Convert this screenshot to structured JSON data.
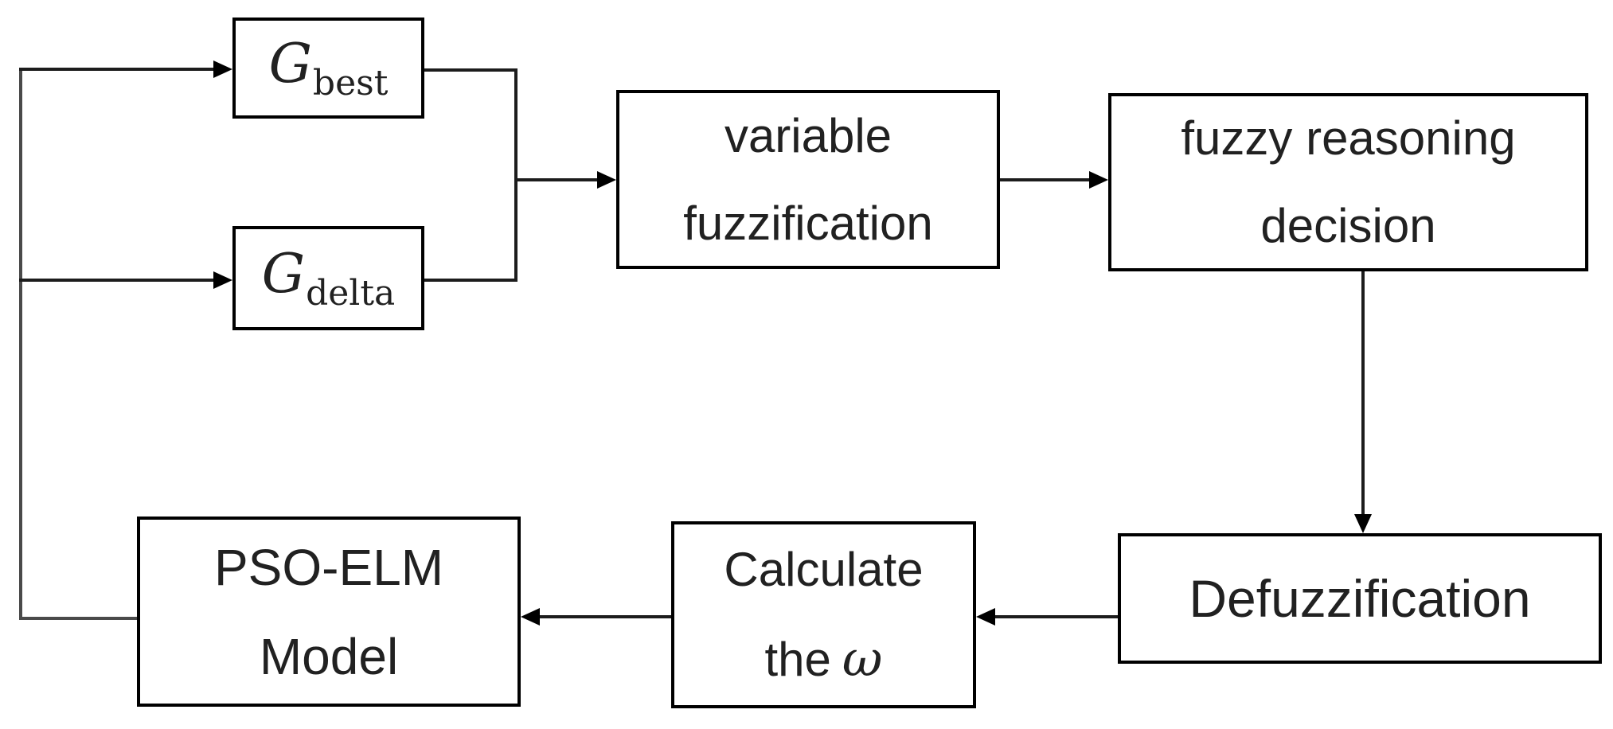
{
  "colors": {
    "background": "#ffffff",
    "box_border": "#000000",
    "line": "#1c1c1c",
    "feedback_line": "#4a4a4a",
    "text": "#212121"
  },
  "nodes": {
    "gbest": {
      "symbol": "G",
      "sub": "best"
    },
    "gdelta": {
      "symbol": "G",
      "sub": "delta"
    },
    "varfuzz": {
      "line1": "variable",
      "line2": "fuzzification"
    },
    "fuzzy": {
      "line1": "fuzzy reasoning",
      "line2": "decision"
    },
    "defuzz": {
      "label": "Defuzzification"
    },
    "calc": {
      "line1": "Calculate",
      "line2_prefix": "the",
      "omega": "ω"
    },
    "pso": {
      "line1": "PSO-ELM",
      "line2": "Model"
    }
  }
}
